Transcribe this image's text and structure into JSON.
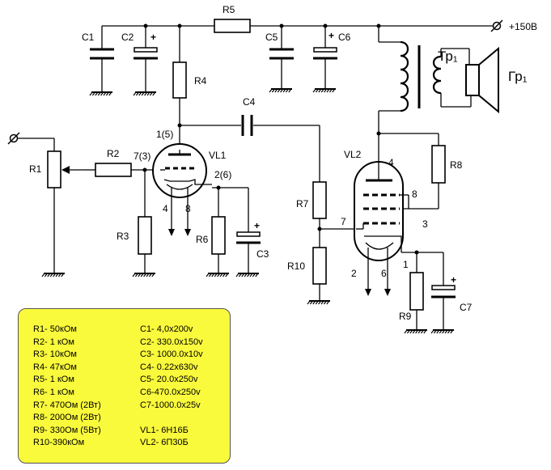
{
  "supply_label": "+150В",
  "components": {
    "R1": "R1",
    "R2": "R2",
    "R3": "R3",
    "R4": "R4",
    "R5": "R5",
    "R6": "R6",
    "R7": "R7",
    "R8": "R8",
    "R9": "R9",
    "R10": "R10",
    "C1": "C1",
    "C2": "C2",
    "C3": "C3",
    "C4": "C4",
    "C5": "C5",
    "C6": "C6",
    "C7": "C7",
    "VL1": "VL1",
    "VL2": "VL2",
    "transformer": "Тр₁",
    "speaker": "Гр₁"
  },
  "pins": {
    "vl1_anode": "1(5)",
    "vl1_grid": "7(3)",
    "vl1_cathode": "2(6)",
    "vl1_heater_a": "4",
    "vl1_heater_b": "8",
    "vl2_anode": "4",
    "vl2_g2": "8",
    "vl2_g2_b": "3",
    "vl2_grid": "7",
    "vl2_cathode": "1",
    "vl2_heater_a": "2",
    "vl2_heater_b": "6"
  },
  "polarity": "+",
  "legend": {
    "resistors": [
      "R1- 50кОм",
      "R2- 1 кОм",
      "R3- 10кОм",
      "R4- 47кОм",
      "R5- 1 кОм",
      "R6- 1 кОм",
      "R7- 470Ом (2Вт)",
      "R8- 200Ом (2Вт)",
      "R9- 330Ом (5Вт)",
      "R10-390кОм"
    ],
    "capacitors": [
      "C1- 4,0x200v",
      "C2- 330.0x150v",
      "C3- 1000.0x10v",
      "C4- 0.22x630v",
      "C5- 20.0x250v",
      "C6-470.0x250v",
      "C7-1000.0x25v"
    ],
    "tubes": [
      "VL1- 6Н16Б",
      "VL2- 6П30Б"
    ]
  },
  "colors": {
    "legend_bg": "#fafa3c",
    "line": "#000000"
  }
}
